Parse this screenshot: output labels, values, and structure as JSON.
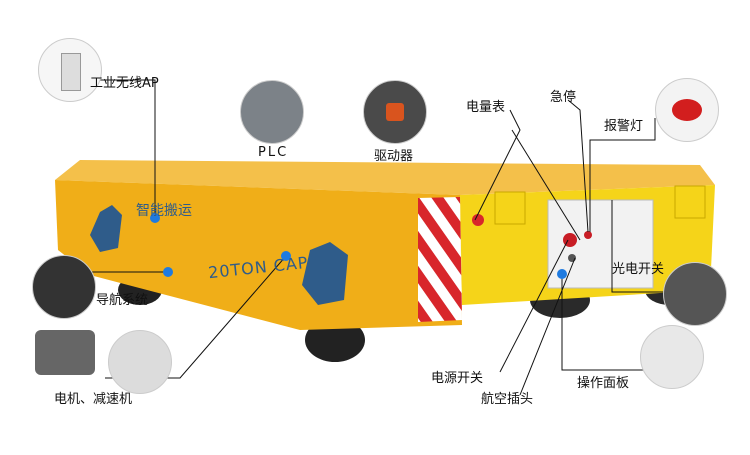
{
  "labels": {
    "wireless_ap": "工业无线AP",
    "plc": "PLC",
    "driver": "驱动器",
    "battery_meter": "电量表",
    "emergency_stop": "急停",
    "alarm_light": "报警灯",
    "photoelectric_switch": "光电开关",
    "navigation": "导航系统",
    "motor_reducer": "电机、减速机",
    "power_switch": "电源开关",
    "aviation_plug": "航空插头",
    "operation_panel": "操作面板"
  },
  "cart": {
    "logo_text": "智能搬运",
    "capacity_text": "20TON CAP"
  },
  "colors": {
    "body": "#f2b21c",
    "dot": "#1f7be0",
    "stripe_red": "#d8262b"
  }
}
